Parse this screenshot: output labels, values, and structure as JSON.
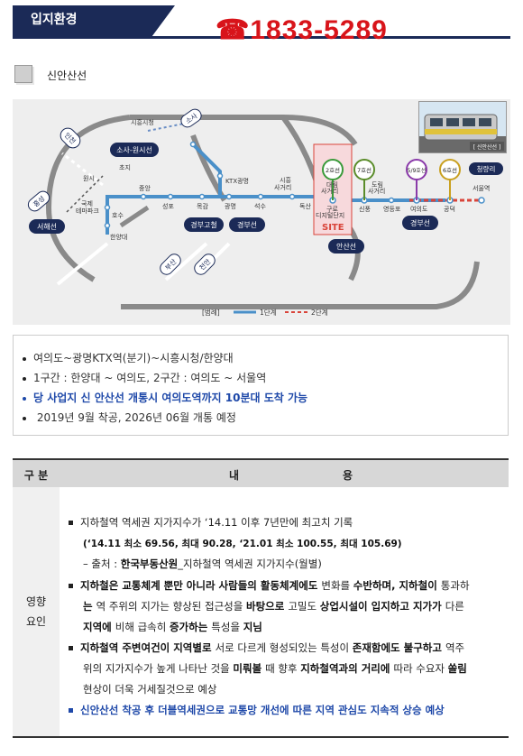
{
  "header": {
    "title": "입지환경",
    "phone": "☎1833-5289"
  },
  "section": {
    "title": "신안산선"
  },
  "map": {
    "photo_caption": "[ 신안산선 ]",
    "site_label": "SITE",
    "legend": {
      "title": "[범례]",
      "stage1": "1단계",
      "stage2": "2단계"
    },
    "stations": {
      "siheung_city": "시흥시청",
      "incheon": "인천",
      "onsu": "소사",
      "sosa_line": "소사-원시선",
      "choji": "초지",
      "wonsi": "원시",
      "gukje": "국제",
      "themepark": "테마파크",
      "hosu": "호수",
      "hanyangdae": "한양대",
      "jungang": "중앙",
      "seongpo": "성포",
      "mokgam": "목감",
      "ktx": "KTX광명",
      "gwangmyeong": "광명",
      "seoksu": "석수",
      "siheung_jct1": "시흥",
      "siheung_jct2": "사거리",
      "doksan": "독산",
      "guro1": "구로",
      "guro2": "디지털단지",
      "daerim1": "대림",
      "daerim2": "사거리",
      "sinpung": "신풍",
      "dorim1": "도림",
      "dorim2": "사거리",
      "yeongdeungpo": "영등포",
      "yeouido": "여의도",
      "gongdeok": "공덕",
      "seoul_station": "서울역",
      "cheongnyangni": "청량리",
      "hongseong": "홍성",
      "seohae_line": "서해선",
      "gyeongbu_express": "경부고철",
      "gyeongbu_line1": "경부선",
      "gyeongbu_line2": "경부선",
      "ansan_line": "안산선",
      "busan": "부산",
      "cheonan": "천안"
    },
    "line_badges": {
      "l2": "2호선",
      "l7": "7호선",
      "l5": "5/9호선",
      "l6": "6호선"
    }
  },
  "bullets": [
    "여의도~광명KTX역(분기)~시흥시청/한양대",
    "1구간 : 한양대 ~ 여의도, 2구간 : 여의도 ~ 서울역",
    "당 사업지 신 안산선 개통시 여의도역까지 10분대  도착 가능",
    " 2019년 9월 착공, 2026년 06월 개통 예정"
  ],
  "table": {
    "header": {
      "col1": "구 분",
      "col2": "내",
      "col3": "용"
    },
    "row_label": [
      "영향",
      "요인"
    ],
    "lines": {
      "l1": "지하철역 역세권 지가지수가 ‘14.11 이후 7년만에 최고치 기록",
      "l2": "(‘14.11 최소 69.56, 최대 90.28, ‘21.01 최소 100.55, 최대 105.69)",
      "l3a": "– 출처 : ",
      "l3b": "한국부동산원",
      "l3c": "_지하철역 역세권 지가지수(월별)",
      "l4": [
        {
          "b": "지하철은 교통체계 뿐만 아니라 사람들의 활동체계에도 "
        },
        {
          "t": "변화를 "
        },
        {
          "b": "수반하며, 지하철이 "
        },
        {
          "t": "통과하"
        }
      ],
      "l5": [
        {
          "b": "는 "
        },
        {
          "t": "역 주위의 지가는 향상된 접근성을 "
        },
        {
          "b": "바탕으로 "
        },
        {
          "t": "고밀도 "
        },
        {
          "b": "상업시설이 입지하고 지가가 "
        },
        {
          "t": "다른"
        }
      ],
      "l6": [
        {
          "b": "지역에 "
        },
        {
          "t": "비해 급속히 "
        },
        {
          "b": "증가하는 "
        },
        {
          "t": "특성을 "
        },
        {
          "b": "지님"
        }
      ],
      "l7": [
        {
          "b": "지하철역 주변여건이 지역별로 "
        },
        {
          "t": "서로 다르게 형성되있는 특성이 "
        },
        {
          "b": "존재함에도 불구하고 "
        },
        {
          "t": "역주"
        }
      ],
      "l8": [
        {
          "t": "위의 지가지수가 높게 나타난 것을 "
        },
        {
          "b": "미뤄볼 "
        },
        {
          "t": "때 향후 "
        },
        {
          "b": "지하철역과의 거리에 "
        },
        {
          "t": "따라 수요자 "
        },
        {
          "b": "쏠림"
        }
      ],
      "l9": "현상이 더욱 거세질것으로 예상",
      "l10": "신안산선 착공 후 더블역세권으로 교통망 개선에 따른 지역 관심도 지속적 상승 예상"
    }
  },
  "colors": {
    "navy": "#1b2a57",
    "phone_red": "#d8141a",
    "line_blue": "#4a90c9",
    "stage2_red": "#d9443a",
    "emphasis_blue": "#1f49a9"
  }
}
